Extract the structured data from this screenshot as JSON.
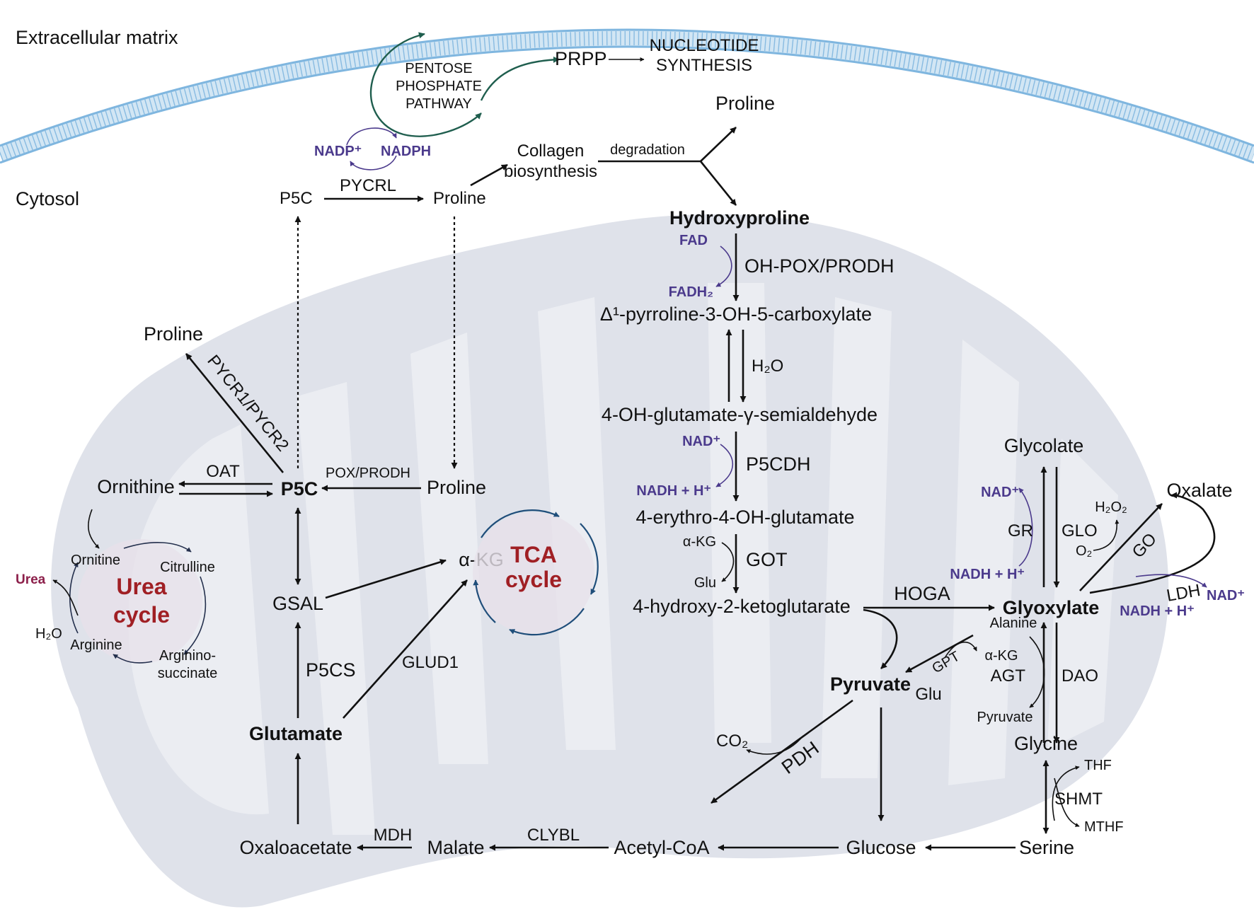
{
  "compartments": {
    "extracellular": "Extracellular matrix",
    "cytosol": "Cytosol"
  },
  "cycles": {
    "ppp": [
      "PENTOSE",
      "PHOSPHATE",
      "PATHWAY"
    ],
    "tca": [
      "TCA",
      "cycle"
    ],
    "urea": [
      "Urea",
      "cycle"
    ]
  },
  "cytosol": {
    "prpp": "PRPP",
    "nucleotide": [
      "NUCLEOTIDE",
      "SYNTHESIS"
    ],
    "nadp": "NADP⁺",
    "nadph": "NADPH",
    "p5c": "P5C",
    "pycrl": "PYCRL",
    "proline": "Proline",
    "collagen": [
      "Collagen",
      "biosynthesis"
    ],
    "degradation": "degradation",
    "proline_top": "Proline",
    "hydroxyproline": "Hydroxyproline"
  },
  "hyp_path": {
    "fad": "FAD",
    "fadh2": "FADH₂",
    "ohpox": "OH-POX/PRODH",
    "pyrroline": "Δ¹-pyrroline-3-OH-5-carboxylate",
    "h2o": "H₂O",
    "semialdehyde": "4-OH-glutamate-γ-semialdehyde",
    "nad": "NAD⁺",
    "nadh": "NADH + H⁺",
    "p5cdh": "P5CDH",
    "erythro": "4-erythro-4-OH-glutamate",
    "akg": "α-KG",
    "glu": "Glu",
    "got": "GOT",
    "hkg": "4-hydroxy-2-ketoglutarate",
    "hoga": "HOGA"
  },
  "mito_left": {
    "proline_left": "Proline",
    "pycr12": "PYCR1/PYCR2",
    "ornithine": "Ornithine",
    "oat": "OAT",
    "p5c": "P5C",
    "poxprodh": "POX/PRODH",
    "proline_mid": "Proline",
    "gsal": "GSAL",
    "akg": "α-KG",
    "p5cs": "P5CS",
    "glud1": "GLUD1",
    "glutamate": "Glutamate"
  },
  "urea_cycle": {
    "ornitine": "Ornitine",
    "citrulline": "Citrulline",
    "arginine": "Arginine",
    "argininosuccinate": [
      "Arginino-",
      "succinate"
    ],
    "urea": "Urea",
    "h2o": "H₂O"
  },
  "bottom": {
    "oxaloacetate": "Oxaloacetate",
    "mdh": "MDH",
    "malate": "Malate",
    "clybl": "CLYBL",
    "acetylcoa": "Acetyl-CoA",
    "glucose": "Glucose",
    "serine": "Serine"
  },
  "glyoxylate_hub": {
    "glycolate": "Glycolate",
    "nad": "NAD⁺",
    "gr": "GR",
    "glo": "GLO",
    "nadh": "NADH + H⁺",
    "h2o2": "H₂O₂",
    "o2": "O₂",
    "oxalate": "Oxalate",
    "go": "GO",
    "glyoxylate": "Glyoxylate",
    "ldh": "LDH",
    "nadh_ldh": "NADH + H⁺",
    "nad_ldh": "NAD⁺",
    "alanine": "Alanine",
    "gpt": "GPT",
    "akg": "α-KG",
    "glu": "Glu",
    "pyruvate": "Pyruvate",
    "agt": "AGT",
    "dao": "DAO",
    "pyruvate_sm": "Pyruvate",
    "glycine": "Glycine",
    "thf": "THF",
    "shmt": "SHMT",
    "mthf": "MTHF",
    "co2": "CO₂",
    "pdh": "PDH"
  },
  "colors": {
    "mito_fill": "#dfe2ea",
    "mito_inner": "#eceef3",
    "membrane": "#7fb6df",
    "cofactor": "#4b3a8c",
    "cycle_title": "#a01f24",
    "urea": "#8c1f4a",
    "ppp_arrow": "#1f5e4e"
  }
}
